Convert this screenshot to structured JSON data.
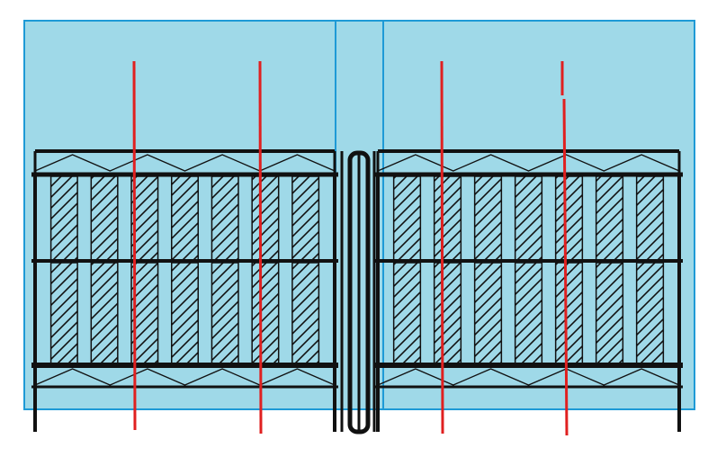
{
  "colors": {
    "background": "#ffffff",
    "panel_fill": "#9fd9e8",
    "panel_stroke": "#1e9ad6",
    "frame": "#111111",
    "hatch": "#111111",
    "slat_fill": "#ffffff",
    "marker_line": "#e02020"
  },
  "gate_leaves": [
    {
      "name": "left-gate-leaf",
      "slat_count": 7
    },
    {
      "name": "right-gate-leaf",
      "slat_count": 7
    }
  ],
  "marker_line_count": 4
}
